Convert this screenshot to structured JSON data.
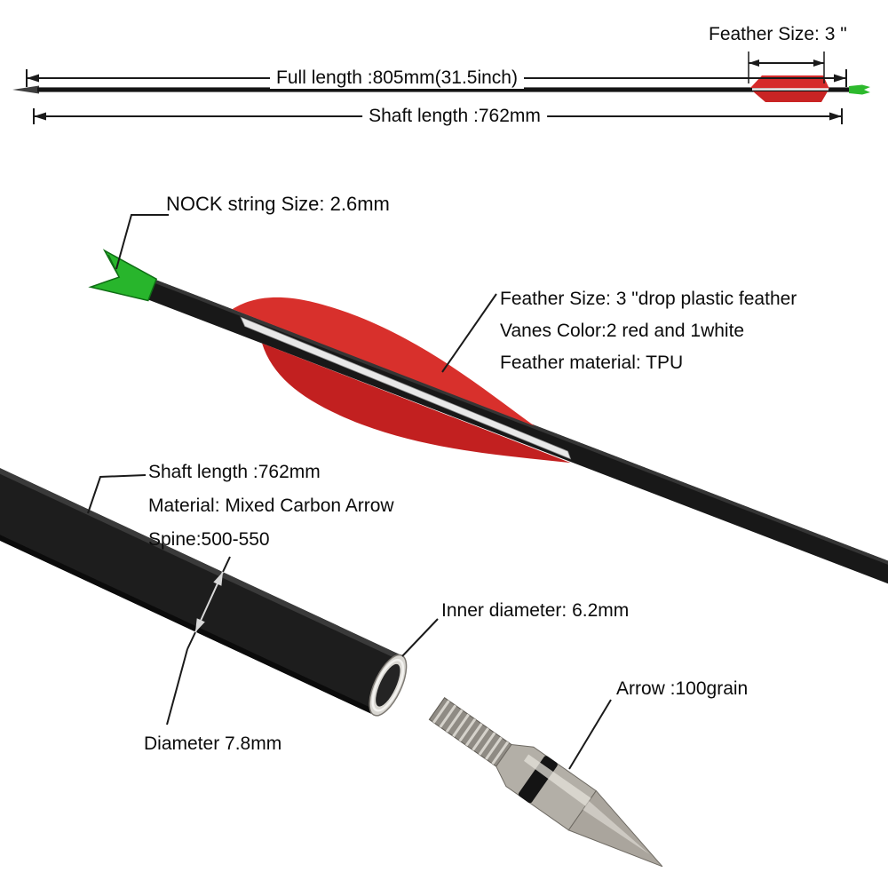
{
  "top_view": {
    "feather_size": "Feather Size: 3 \"",
    "full_length": "Full length :805mm(31.5inch)",
    "shaft_length": "Shaft length :762mm"
  },
  "nock_detail": {
    "label": "NOCK string Size: 2.6mm"
  },
  "feather_detail": {
    "size": "Feather Size: 3 \"drop plastic feather",
    "vanes_color": "Vanes Color:2 red and 1white",
    "material": "Feather material: TPU"
  },
  "shaft_detail": {
    "length": "Shaft length :762mm",
    "material": "Material: Mixed Carbon Arrow",
    "spine": "Spine:500-550",
    "inner_diameter": "Inner diameter: 6.2mm",
    "outer_diameter": "Diameter 7.8mm"
  },
  "point_detail": {
    "label": "Arrow :100grain"
  },
  "colors": {
    "vane_red": "#d62b2b",
    "nock_green": "#2db92d",
    "shaft_black": "#181818",
    "metal_silver": "#d9d7d2",
    "line_black": "#1a1a1a"
  }
}
